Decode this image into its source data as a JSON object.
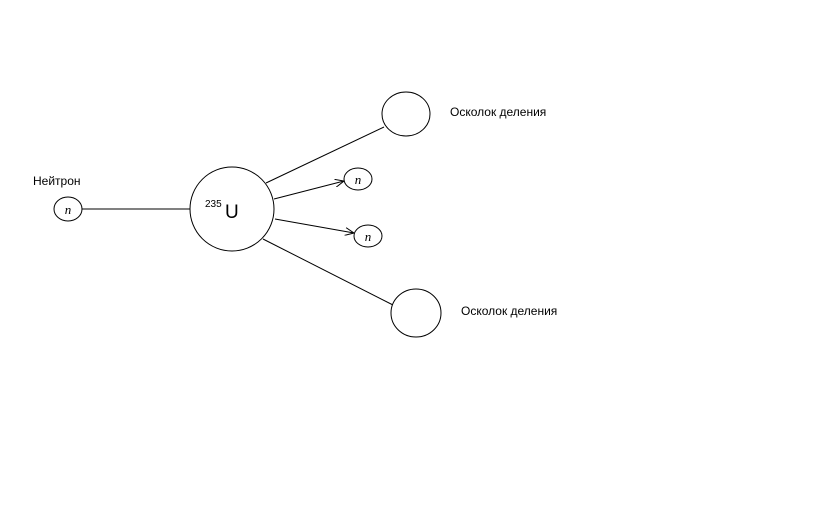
{
  "labels": {
    "neutron": "Нейтрон",
    "fragment_top": "Осколок деления",
    "fragment_bottom": "Осколок деления",
    "n_symbol": "n",
    "uranium_mass": "235",
    "uranium_symbol": "U"
  },
  "colors": {
    "stroke": "#000000",
    "background": "#ffffff"
  }
}
